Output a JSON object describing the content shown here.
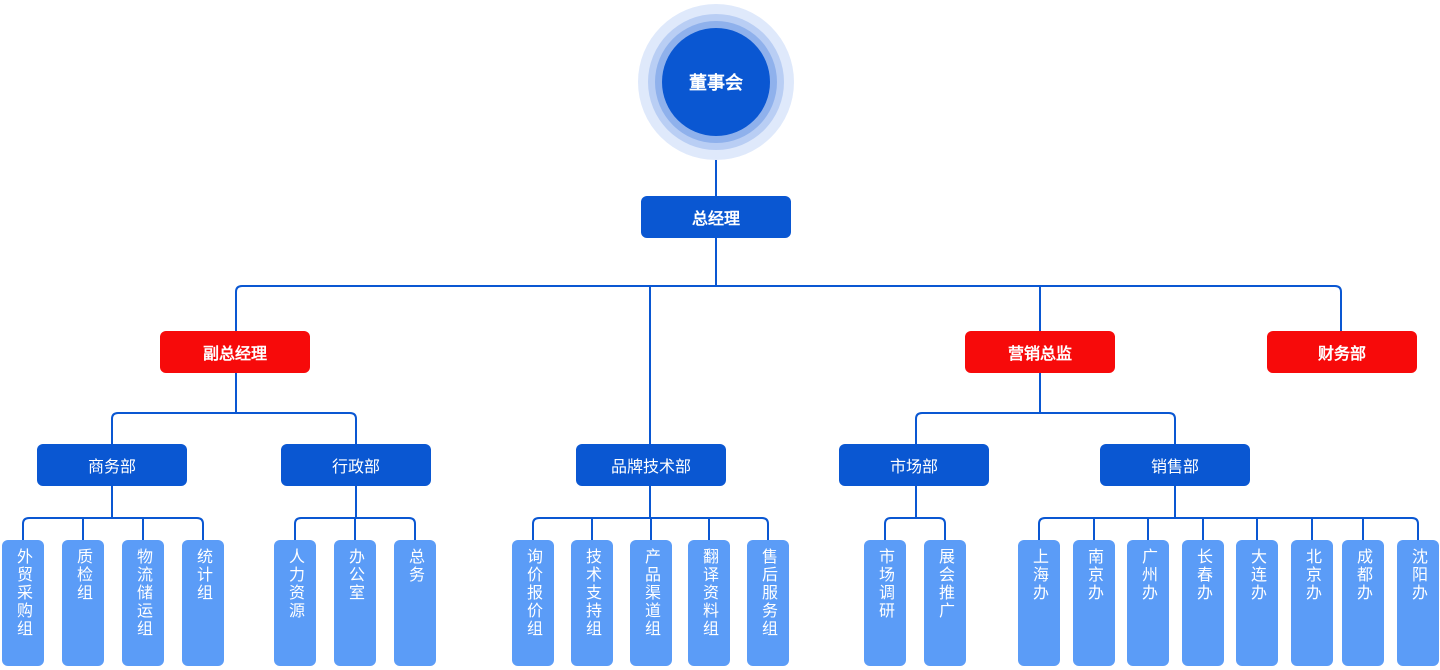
{
  "root": {
    "label": "董事会"
  },
  "general_manager": {
    "label": "总经理"
  },
  "level2": [
    {
      "id": "deputy-gm",
      "label": "副总经理",
      "style": "red"
    },
    {
      "id": "brand-tech",
      "label": "品牌技术部",
      "style": "blue"
    },
    {
      "id": "marketing-director",
      "label": "营销总监",
      "style": "red"
    },
    {
      "id": "finance",
      "label": "财务部",
      "style": "red"
    }
  ],
  "departments": [
    {
      "id": "business",
      "label": "商务部"
    },
    {
      "id": "admin",
      "label": "行政部"
    },
    {
      "id": "market",
      "label": "市场部"
    },
    {
      "id": "sales",
      "label": "销售部"
    }
  ],
  "groups": {
    "business": [
      "外贸采购组",
      "质检组",
      "物流储运组",
      "统计组"
    ],
    "admin": [
      "人力资源",
      "办公室",
      "总务"
    ],
    "brand_tech": [
      "询价报价组",
      "技术支持组",
      "产品渠道组",
      "翻译资料组",
      "售后服务组"
    ],
    "market": [
      "市场调研",
      "展会推广"
    ],
    "sales": [
      "上海办",
      "南京办",
      "广州办",
      "长春办",
      "大连办",
      "北京办",
      "成都办",
      "沈阳办"
    ]
  },
  "colors": {
    "primary": "#0a57d2",
    "accent_red": "#f70a0a",
    "leaf": "#5b9cf7",
    "line": "#0a57d2"
  }
}
